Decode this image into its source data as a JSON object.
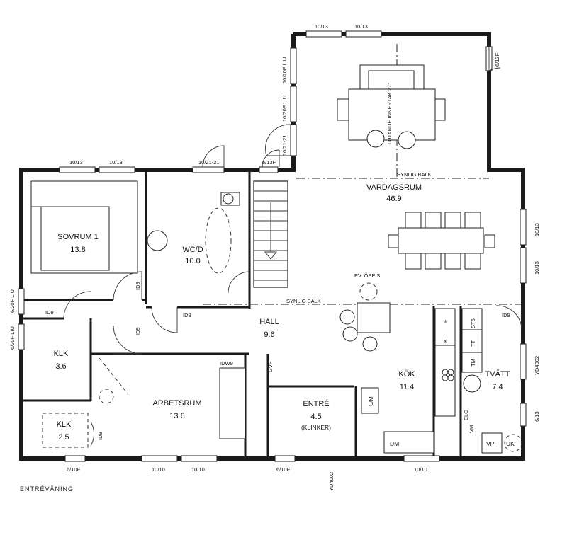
{
  "caption": "ENTRÉVÅNING",
  "rooms": {
    "vardagsrum": {
      "name": "VARDAGSRUM",
      "area": "46.9"
    },
    "sovrum": {
      "name": "SOVRUM 1",
      "area": "13.8"
    },
    "wcd": {
      "name": "WC/D",
      "area": "10.0"
    },
    "hall": {
      "name": "HALL",
      "area": "9.6"
    },
    "klk1": {
      "name": "KLK",
      "area": "3.6"
    },
    "klk2": {
      "name": "KLK",
      "area": "2.5"
    },
    "arbetsrum": {
      "name": "ARBETSRUM",
      "area": "13.6"
    },
    "entre": {
      "name": "ENTRÉ",
      "area": "4.5",
      "note": "(KLINKER)"
    },
    "kok": {
      "name": "KÖK",
      "area": "11.4"
    },
    "tvatt": {
      "name": "TVÄTT",
      "area": "7.4"
    }
  },
  "annotations": {
    "synlig_balk_top": "SYNLIG BALK",
    "synlig_balk_mid": "SYNLIG BALK",
    "ev_ospis": "EV. ÖSPIS",
    "lutande_innertak": "LUTANDE INNERTAK 27°",
    "gvf": "GVF",
    "dw": "IDW9"
  },
  "appliances": {
    "f": "F",
    "k": "K",
    "st6": "ST6",
    "tt": "TT",
    "tm": "TM",
    "um": "U/M",
    "dm": "DM",
    "vp": "VP",
    "uk": "UK",
    "elc": "ELC",
    "vm": "VM"
  },
  "windows": {
    "top1": "10/13",
    "top2": "10/13",
    "top3": "10/13",
    "top4": "10/13",
    "wc": "10/21-21",
    "stair": "6/13F",
    "ne": "6/13F",
    "west1": "10/20F LIU",
    "west2": "10/20F LIU",
    "west3": "10/21-21",
    "east1": "10/13",
    "east2": "10/13",
    "east_door": "YD4002",
    "east3": "6/13",
    "left1": "6/20F LIU",
    "left2": "6/20F LIU",
    "bot1": "6/10F",
    "bot2": "10/10",
    "bot3": "10/10",
    "bot4": "6/10F",
    "bot_door": "YD4002",
    "bot5": "10/10"
  },
  "doors": {
    "id1": "ID9",
    "id2": "ID9",
    "id3": "ID9",
    "id4": "ID9",
    "id5": "ID9",
    "id6": "ID9"
  }
}
